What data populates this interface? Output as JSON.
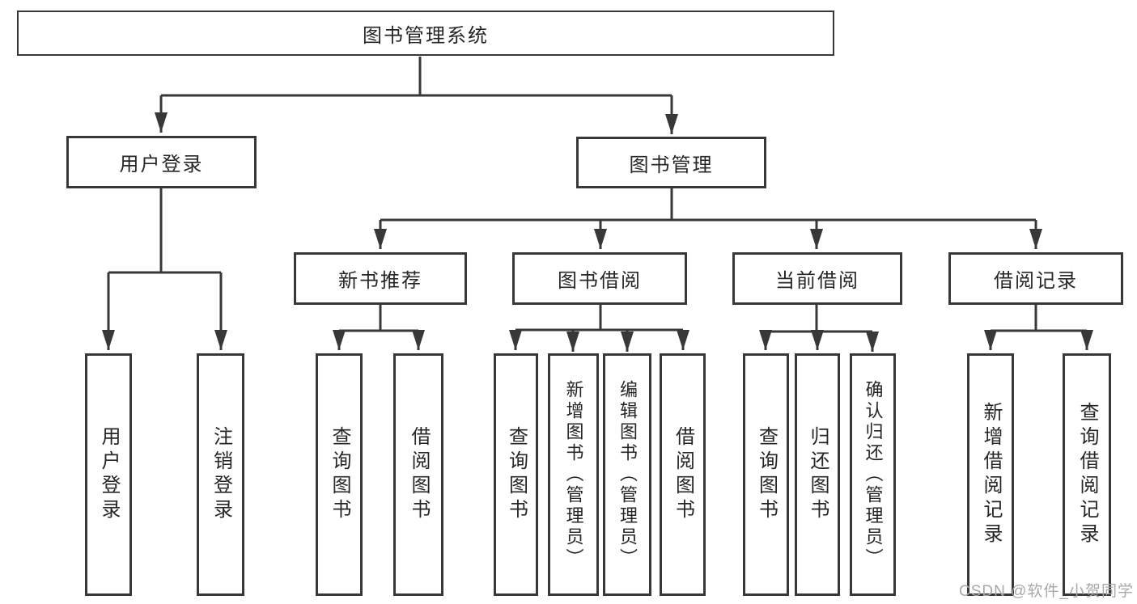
{
  "colors": {
    "line": "#383838",
    "text": "#262626",
    "box_background": "#ffffff",
    "watermark": "#a8a8a8"
  },
  "tree": {
    "title": "图书管理系统",
    "branches": [
      {
        "label": "用户登录",
        "children": [
          {
            "label": "用户登录"
          },
          {
            "label": "注销登录"
          }
        ]
      },
      {
        "label": "图书管理",
        "children": [
          {
            "label": "新书推荐",
            "children": [
              {
                "label": "查询图书"
              },
              {
                "label": "借阅图书"
              }
            ]
          },
          {
            "label": "图书借阅",
            "children": [
              {
                "label": "查询图书"
              },
              {
                "label": "新增图书（管理员）"
              },
              {
                "label": "编辑图书（管理员）"
              },
              {
                "label": "借阅图书"
              }
            ]
          },
          {
            "label": "当前借阅",
            "children": [
              {
                "label": "查询图书"
              },
              {
                "label": "归还图书"
              },
              {
                "label": "确认归还（管理员）"
              }
            ]
          },
          {
            "label": "借阅记录",
            "children": [
              {
                "label": "新增借阅记录"
              },
              {
                "label": "查询借阅记录"
              }
            ]
          }
        ]
      }
    ]
  },
  "watermark": {
    "text": "CSDN @软件_小贺同学"
  }
}
